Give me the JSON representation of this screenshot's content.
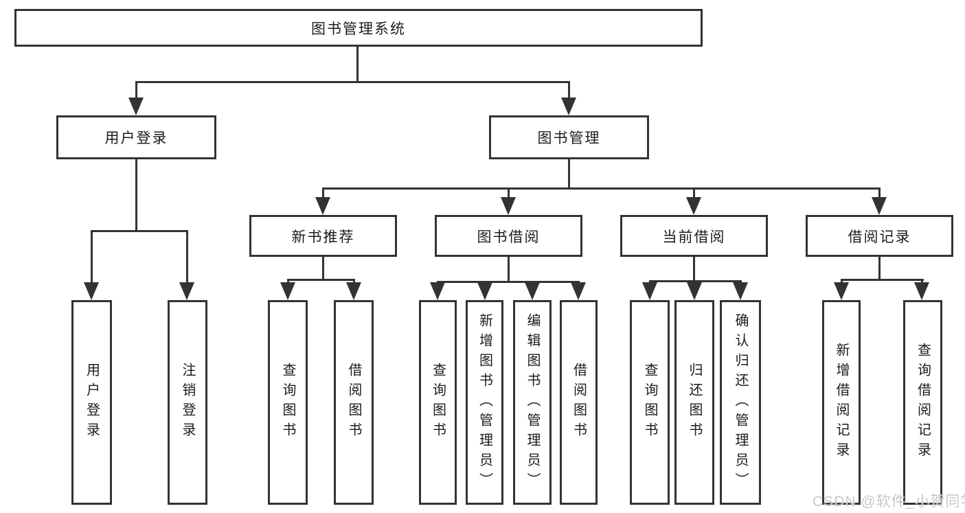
{
  "colors": {
    "line": "#333333",
    "box_border": "#333333",
    "background": "#ffffff",
    "text": "#1c1c1c",
    "watermark_text": "#c7c7c7"
  },
  "watermark": "CSDN @软件_小贺同学",
  "tree": {
    "root": {
      "label": "图书管理系统",
      "children": [
        {
          "label": "用户登录",
          "children": [
            {
              "label": "用户登录"
            },
            {
              "label": "注销登录"
            }
          ]
        },
        {
          "label": "图书管理",
          "children": [
            {
              "label": "新书推荐",
              "children": [
                {
                  "label": "查询图书"
                },
                {
                  "label": "借阅图书"
                }
              ]
            },
            {
              "label": "图书借阅",
              "children": [
                {
                  "label": "查询图书"
                },
                {
                  "label": "新增图书（管理员）"
                },
                {
                  "label": "编辑图书（管理员）"
                },
                {
                  "label": "借阅图书"
                }
              ]
            },
            {
              "label": "当前借阅",
              "children": [
                {
                  "label": "查询图书"
                },
                {
                  "label": "归还图书"
                },
                {
                  "label": "确认归还（管理员）"
                }
              ]
            },
            {
              "label": "借阅记录",
              "children": [
                {
                  "label": "新增借阅记录"
                },
                {
                  "label": "查询借阅记录"
                }
              ]
            }
          ]
        }
      ]
    }
  }
}
